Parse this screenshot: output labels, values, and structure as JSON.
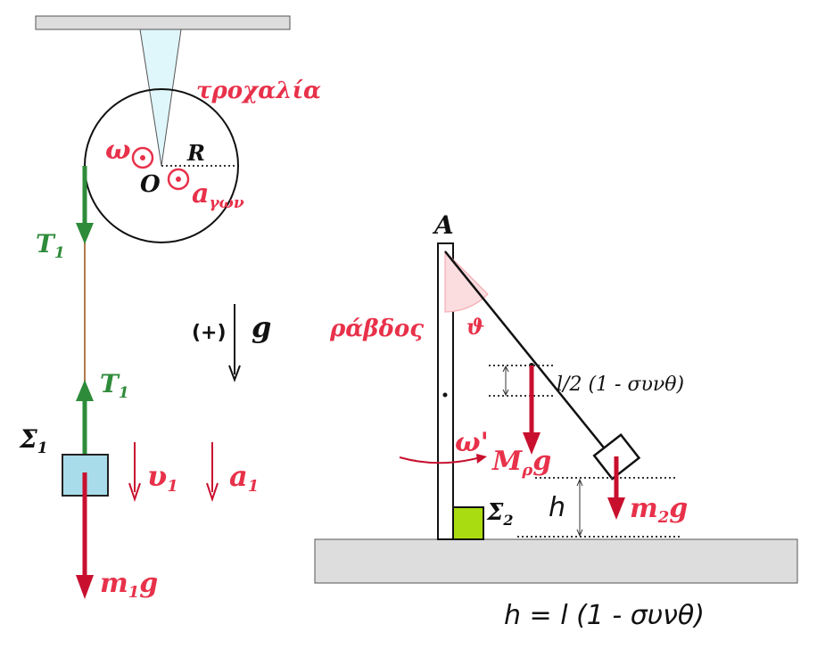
{
  "left": {
    "pulley_label": "τροχαλία",
    "omega": "ω",
    "radius": "R",
    "center": "O",
    "angular_accel": "a",
    "angular_accel_sub": "γων",
    "tension_top": "T",
    "tension_top_sub": "1",
    "tension_bottom": "T",
    "tension_bottom_sub": "1",
    "positive_dir": "(+)",
    "gravity": "g",
    "mass_label": "Σ",
    "mass_label_sub": "1",
    "velocity": "υ",
    "velocity_sub": "1",
    "accel": "a",
    "accel_sub": "1",
    "weight": "m",
    "weight_sub": "1",
    "weight_g": "g"
  },
  "right": {
    "top_point": "A",
    "rod_label": "ράβδος",
    "angle": "ϑ",
    "half_height": "l/2 (1 - συνθ)",
    "omega_prime": "ω'",
    "rod_weight": "M",
    "rod_weight_sub": "ρ",
    "rod_weight_g": "g",
    "height": "h",
    "block_label": "Σ",
    "block_label_sub": "2",
    "block_weight": "m",
    "block_weight_sub": "2",
    "block_weight_g": "g",
    "formula": "h = l (1 - συνθ)"
  },
  "colors": {
    "red_arrow": "#c8102e",
    "red_text": "#e8314a",
    "green": "#2e8b3a",
    "rope": "#b07a4a",
    "ceiling": "#dddddd",
    "mass1": "#a8dcea",
    "mass2": "#aadd11",
    "ground": "#dddddd",
    "pulley_support": "#dff6fb"
  }
}
